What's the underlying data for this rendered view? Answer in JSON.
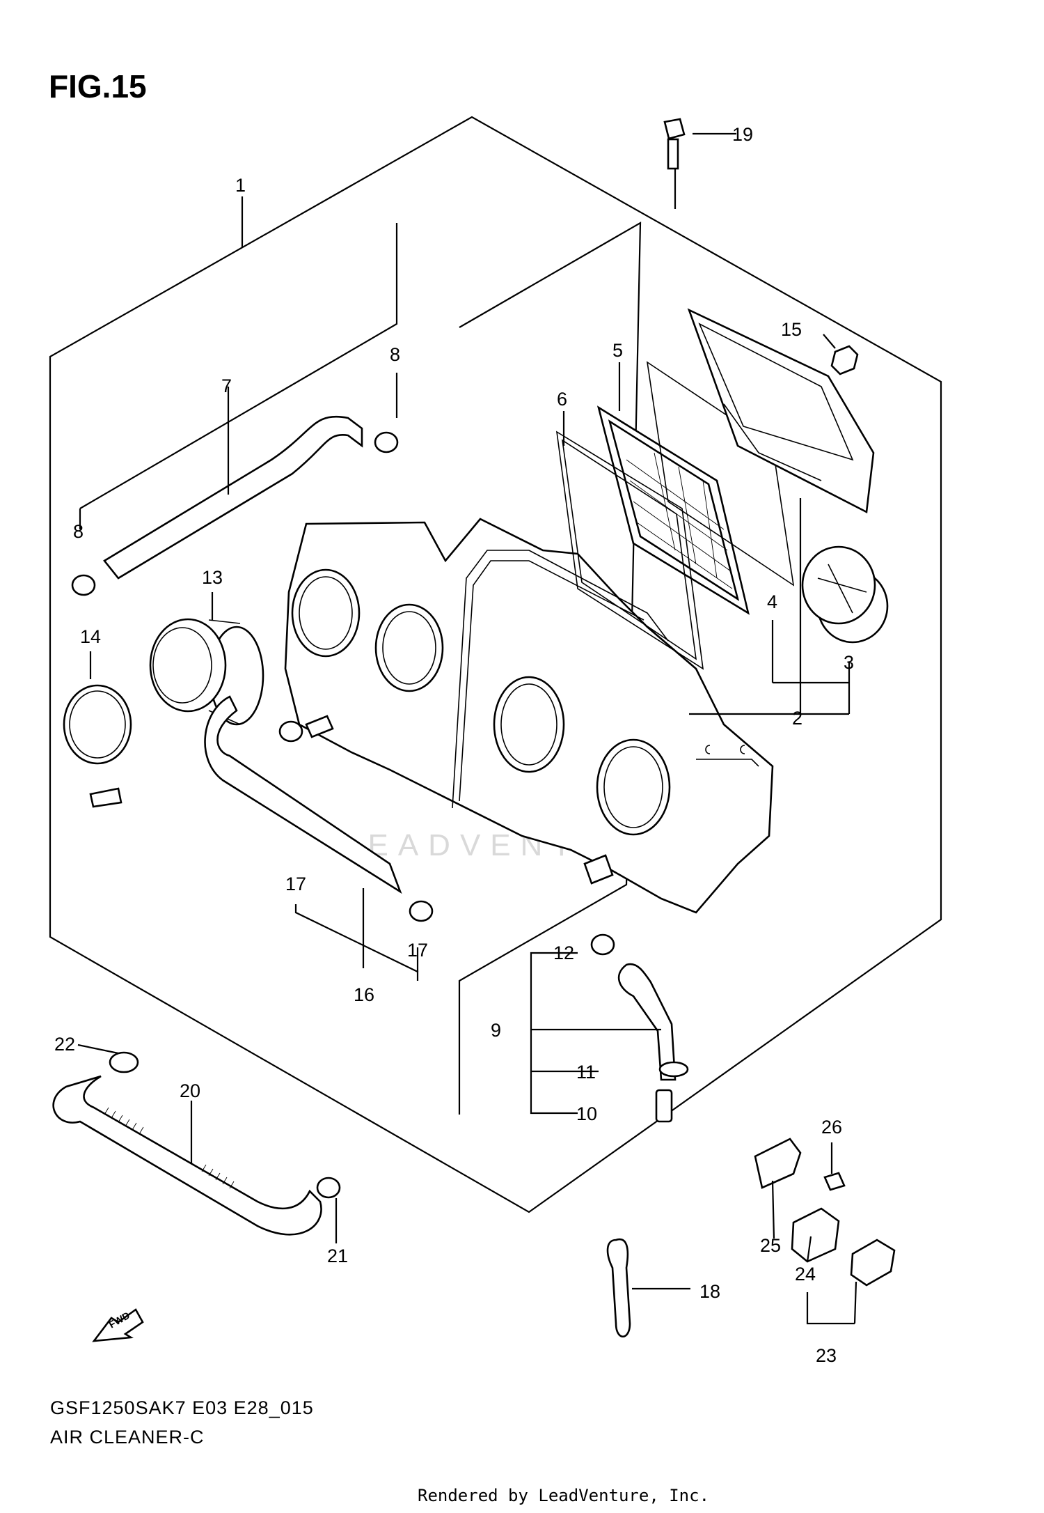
{
  "figure": {
    "title": "FIG.15",
    "model_code": "GSF1250SAK7 E03 E28_015",
    "subtitle": "AIR CLEANER-C",
    "footer": "Rendered by LeadVenture, Inc.",
    "watermark": "LEADVENTURE",
    "fwd_label": "FWD"
  },
  "callouts": [
    "1",
    "2",
    "3",
    "4",
    "5",
    "6",
    "7",
    "8",
    "8",
    "9",
    "10",
    "11",
    "12",
    "13",
    "14",
    "15",
    "16",
    "17",
    "17",
    "18",
    "19",
    "20",
    "21",
    "22",
    "23",
    "24",
    "25",
    "26"
  ]
}
